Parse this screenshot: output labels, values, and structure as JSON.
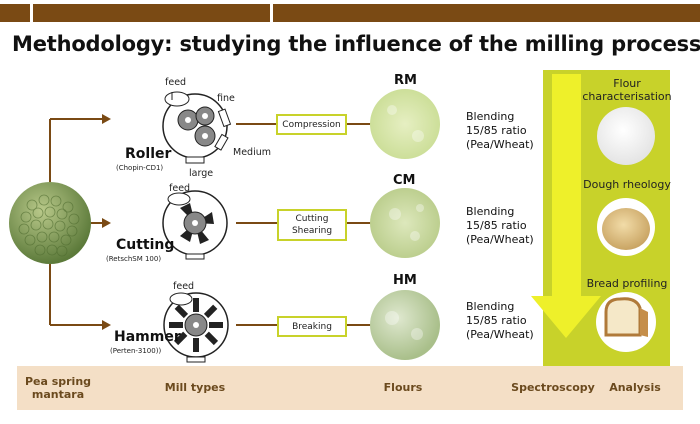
{
  "title": "Methodology: studying the influence of the milling process",
  "source": {
    "line1": "Pea spring",
    "line2": "mantara"
  },
  "mills": [
    {
      "name": "Roller",
      "model": "(Chopin-CD1)",
      "process": [
        "Compression"
      ],
      "flour": "RM"
    },
    {
      "name": "Cutting",
      "model": "(RetschSM 100)",
      "process": [
        "Cutting",
        "Shearing"
      ],
      "flour": "CM"
    },
    {
      "name": "Hammer",
      "model": "(Perten-3100))",
      "process": [
        "Breaking"
      ],
      "flour": "HM"
    }
  ],
  "roller_labels": {
    "feed": "feed",
    "fine": "fine",
    "medium": "Medium",
    "large": "large"
  },
  "cutting_labels": {
    "feed": "feed"
  },
  "hammer_labels": {
    "feed": "feed"
  },
  "blending": {
    "line1": "Blending",
    "line2": "15/85 ratio",
    "line3": "(Pea/Wheat)"
  },
  "analysis": [
    {
      "label_line1": "Flour",
      "label_line2": "characterisation"
    },
    {
      "label_line1": "Dough rheology",
      "label_line2": ""
    },
    {
      "label_line1": "Bread profiling",
      "label_line2": ""
    }
  ],
  "footer": {
    "source_line1": "Pea spring",
    "source_line2": "mantara",
    "mill_types": "Mill types",
    "flours": "Flours",
    "spectroscopy": "Spectroscopy",
    "analysis": "Analysis"
  },
  "colors": {
    "brown": "#7a4a14",
    "lime": "#c8d22a",
    "arrow_yellow": "#eef02a",
    "footer_bg": "#f4dfc6"
  }
}
